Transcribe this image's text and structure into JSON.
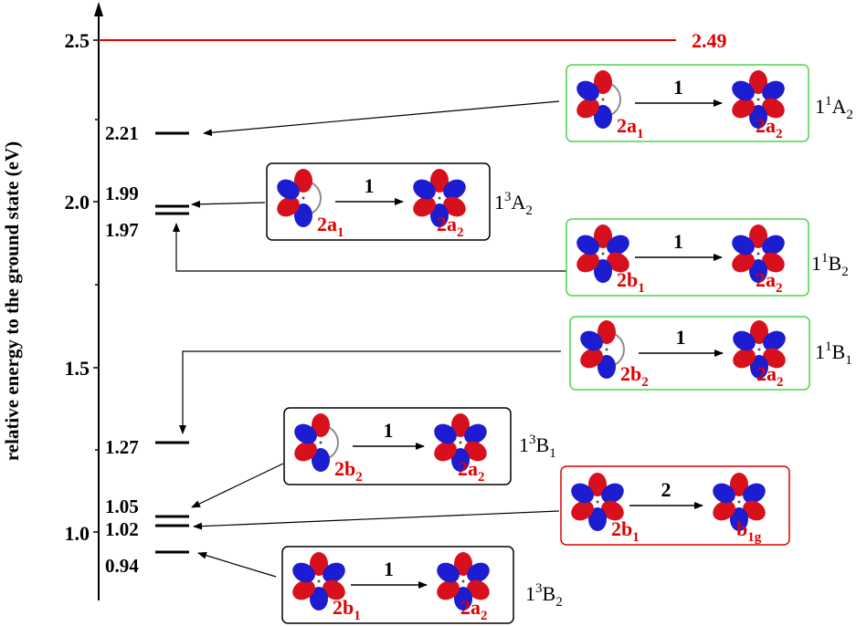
{
  "y_axis": {
    "label": "relative energy to the ground state (eV)",
    "ticks": [
      "2.5",
      "2.0",
      "1.5",
      "1.0"
    ]
  },
  "reference": {
    "value": "2.49",
    "color": "#e00000"
  },
  "levels": [
    {
      "value": "2.21"
    },
    {
      "value": "1.99"
    },
    {
      "value": "1.97"
    },
    {
      "value": "1.27"
    },
    {
      "value": "1.05"
    },
    {
      "value": "1.02"
    },
    {
      "value": "0.94"
    }
  ],
  "transitions": [
    {
      "state_base": "1",
      "state_sup": "1",
      "state_letter": "A",
      "state_sub": "2",
      "count": "1",
      "from_base": "2a",
      "from_sub": "1",
      "to_base": "2a",
      "to_sub": "2",
      "border": "#4cd44c"
    },
    {
      "state_base": "1",
      "state_sup": "3",
      "state_letter": "A",
      "state_sub": "2",
      "count": "1",
      "from_base": "2a",
      "from_sub": "1",
      "to_base": "2a",
      "to_sub": "2",
      "border": "#000000"
    },
    {
      "state_base": "1",
      "state_sup": "1",
      "state_letter": "B",
      "state_sub": "2",
      "count": "1",
      "from_base": "2b",
      "from_sub": "1",
      "to_base": "2a",
      "to_sub": "2",
      "border": "#4cd44c"
    },
    {
      "state_base": "1",
      "state_sup": "1",
      "state_letter": "B",
      "state_sub": "1",
      "count": "1",
      "from_base": "2b",
      "from_sub": "2",
      "to_base": "2a",
      "to_sub": "2",
      "border": "#4cd44c"
    },
    {
      "state_base": "1",
      "state_sup": "3",
      "state_letter": "B",
      "state_sub": "1",
      "count": "1",
      "from_base": "2b",
      "from_sub": "2",
      "to_base": "2a",
      "to_sub": "2",
      "border": "#000000"
    },
    {
      "state_base": "",
      "state_sup": "",
      "state_letter": "",
      "state_sub": "",
      "count": "2",
      "from_base": "2b",
      "from_sub": "1",
      "to_base": "b",
      "to_sub": "1g",
      "border": "#e00000"
    },
    {
      "state_base": "1",
      "state_sup": "3",
      "state_letter": "B",
      "state_sub": "2",
      "count": "1",
      "from_base": "2b",
      "from_sub": "1",
      "to_base": "2a",
      "to_sub": "2",
      "border": "#000000"
    }
  ],
  "colors": {
    "lobe_red": "#d8101c",
    "lobe_blue": "#1c1cd0",
    "ring": "#8c8c8c",
    "green_box": "#4cd44c",
    "red_box": "#e00000"
  }
}
